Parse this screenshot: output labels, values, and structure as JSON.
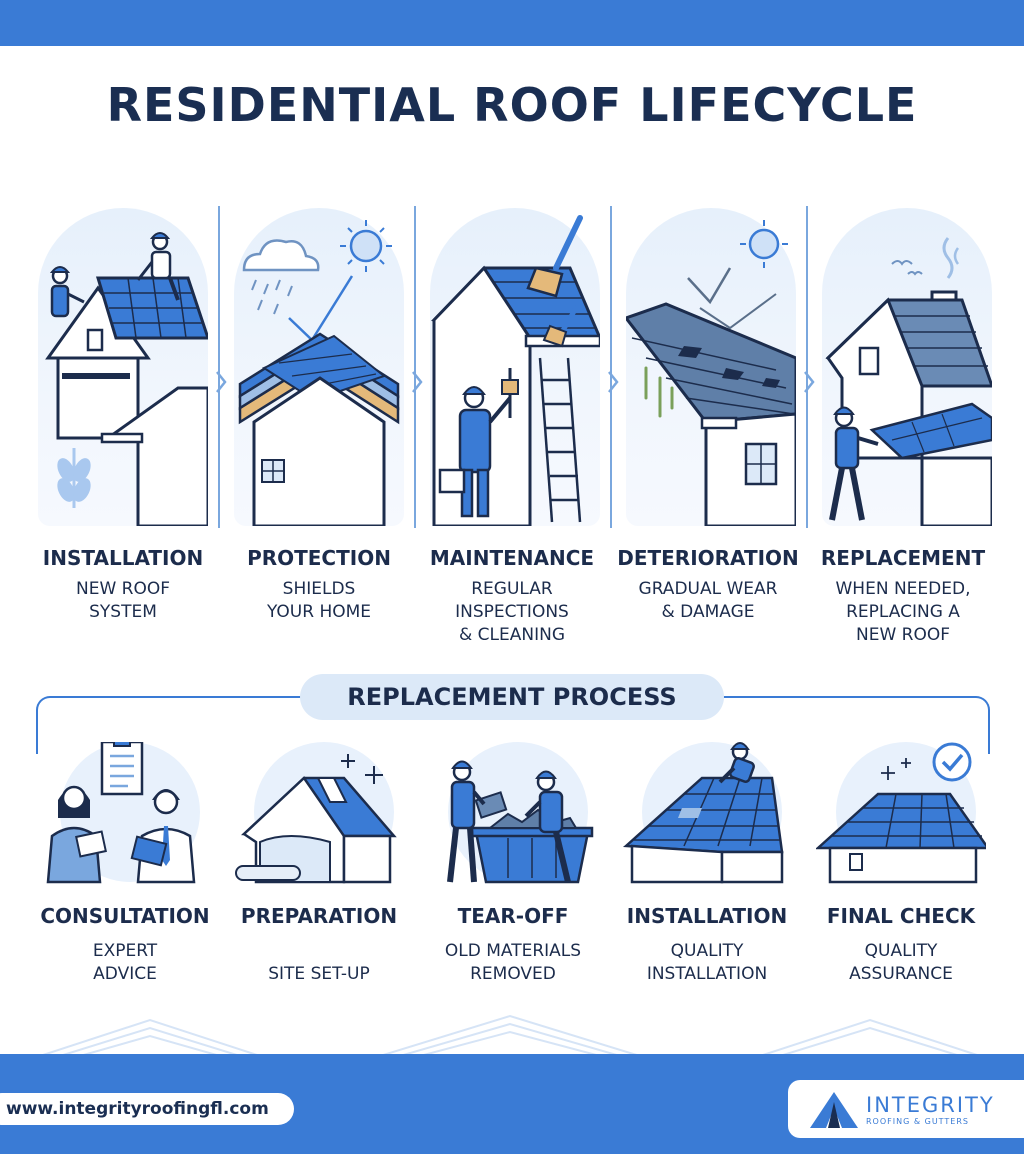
{
  "title": "RESIDENTIAL ROOF LIFECYCLE",
  "stages": [
    {
      "title": "INSTALLATION",
      "desc": "NEW ROOF\nSYSTEM",
      "icon": "roofers-installing-roof-icon"
    },
    {
      "title": "PROTECTION",
      "desc": "SHIELDS\nYOUR HOME",
      "icon": "roof-layers-weather-icon"
    },
    {
      "title": "MAINTENANCE",
      "desc": "REGULAR\nINSPECTIONS\n& CLEANING",
      "icon": "worker-cleaning-roof-icon"
    },
    {
      "title": "DETERIORATION",
      "desc": "GRADUAL WEAR\n& DAMAGE",
      "icon": "damaged-roof-icon"
    },
    {
      "title": "REPLACEMENT",
      "desc": "WHEN NEEDED,\nREPLACING A\nNEW ROOF",
      "icon": "worker-replacing-roof-icon"
    }
  ],
  "process": {
    "heading": "REPLACEMENT PROCESS",
    "steps": [
      {
        "title": "CONSULTATION",
        "desc": "EXPERT\nADVICE",
        "icon": "consultation-people-icon"
      },
      {
        "title": "PREPARATION",
        "desc": "SITE SET-UP",
        "icon": "house-tarp-icon"
      },
      {
        "title": "TEAR-OFF",
        "desc": "OLD MATERIALS\nREMOVED",
        "icon": "workers-dumpster-icon"
      },
      {
        "title": "INSTALLATION",
        "desc": "QUALITY\nINSTALLATION",
        "icon": "roofer-on-roof-icon"
      },
      {
        "title": "FINAL CHECK",
        "desc": "QUALITY\nASSURANCE",
        "icon": "house-checkmark-icon"
      }
    ]
  },
  "footer": {
    "url": "www.integrityroofingfl.com",
    "brand": "INTEGRITY",
    "brand_sub": "ROOFING & GUTTERS"
  },
  "colors": {
    "accent": "#3a7bd5",
    "navy": "#1a2e52",
    "light": "#e6f0fb"
  }
}
